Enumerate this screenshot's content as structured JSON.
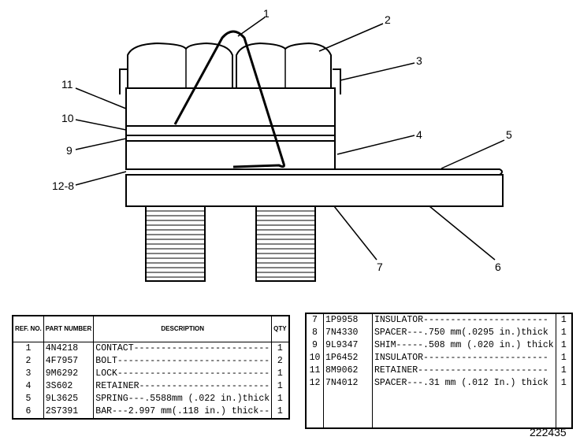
{
  "callouts": {
    "c1": "1",
    "c2": "2",
    "c3": "3",
    "c4": "4",
    "c5": "5",
    "c6": "6",
    "c7": "7",
    "c9": "9",
    "c10": "10",
    "c11": "11",
    "c12_8": "12-8"
  },
  "table_headers": {
    "ref_no": "REF. NO.",
    "part_number": "PART NUMBER",
    "description": "DESCRIPTION",
    "qty": "QTY"
  },
  "parts_left": [
    {
      "ref": "1",
      "part": "4N4218",
      "desc": "CONTACT-------------------------",
      "qty": "1"
    },
    {
      "ref": "2",
      "part": "4F7957",
      "desc": "BOLT----------------------------",
      "qty": "2"
    },
    {
      "ref": "3",
      "part": "9M6292",
      "desc": "LOCK----------------------------",
      "qty": "1"
    },
    {
      "ref": "4",
      "part": "3S602",
      "desc": "RETAINER------------------------",
      "qty": "1"
    },
    {
      "ref": "5",
      "part": "9L3625",
      "desc": "SPRING---.5588mm (.022 in.)thick",
      "qty": "1"
    },
    {
      "ref": "6",
      "part": "2S7391",
      "desc": "BAR---2.997 mm(.118 in.) thick--",
      "qty": "1"
    }
  ],
  "parts_right": [
    {
      "ref": "7",
      "part": "1P9958",
      "desc": "INSULATOR-----------------------",
      "qty": "1"
    },
    {
      "ref": "8",
      "part": "7N4330",
      "desc": "SPACER---.750 mm(.0295 in.)thick",
      "qty": "1"
    },
    {
      "ref": "9",
      "part": "9L9347",
      "desc": "SHIM-----.508 mm (.020 in.) thick",
      "qty": "1"
    },
    {
      "ref": "10",
      "part": "1P6452",
      "desc": "INSULATOR-----------------------",
      "qty": "1"
    },
    {
      "ref": "11",
      "part": "8M9062",
      "desc": "RETAINER------------------------",
      "qty": "1"
    },
    {
      "ref": "12",
      "part": "7N4012",
      "desc": "SPACER---.31 mm (.012 In.) thick",
      "qty": "1"
    }
  ],
  "figure_number": "222435"
}
